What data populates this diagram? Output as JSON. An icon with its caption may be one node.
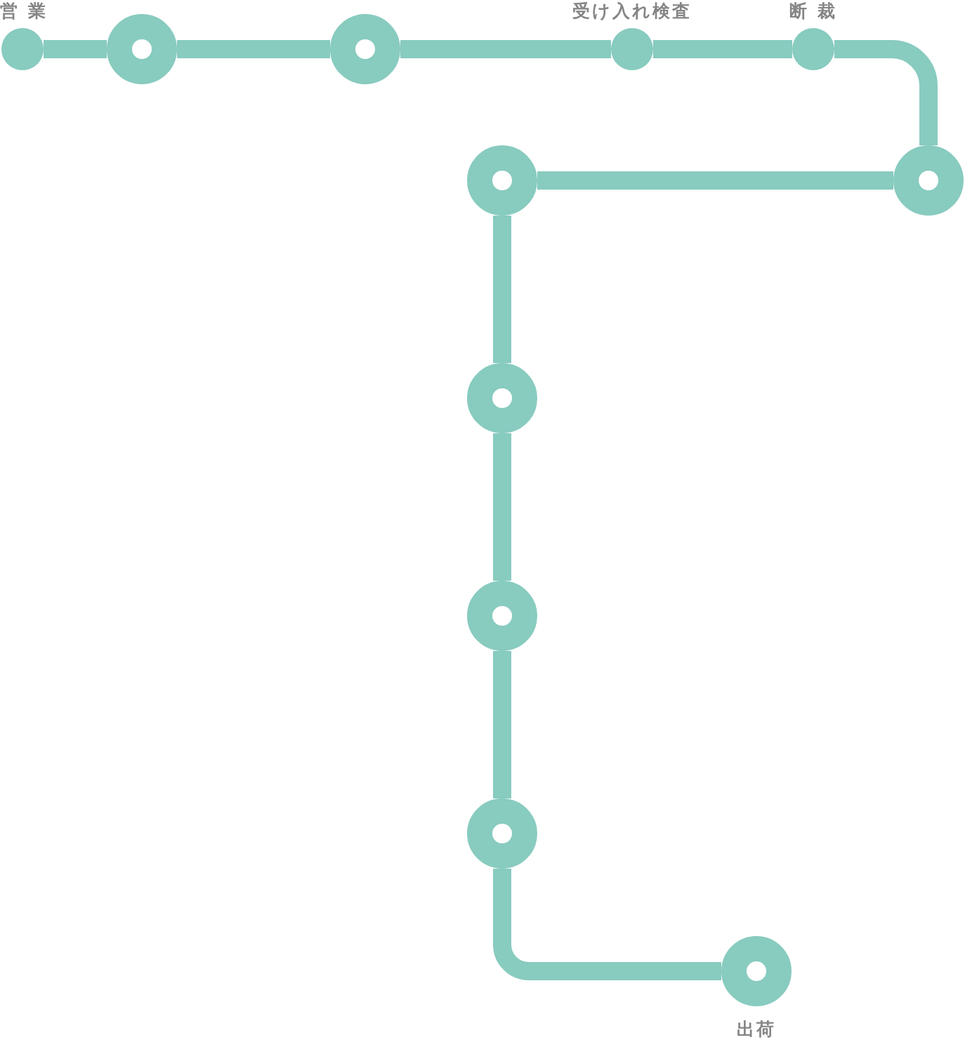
{
  "diagram": {
    "nodes": [
      {
        "text": [
          "営 業"
        ]
      },
      {
        "text": [],
        "shape": "circle"
      },
      {
        "text": [],
        "shape": "circle"
      },
      {
        "text": [
          "受け入れ検査"
        ]
      },
      {
        "text": [
          "断 裁"
        ]
      },
      {
        "text": [],
        "shape": "circle"
      },
      {
        "text": [],
        "shape": "circle"
      },
      {
        "text": [],
        "shape": "circle"
      },
      {
        "text": [],
        "shape": "circle"
      },
      {
        "text": [],
        "shape": "circle"
      },
      {
        "text": [
          "出荷"
        ]
      }
    ],
    "edges": [
      {
        "from": 0,
        "to": 1,
        "arrow": "none"
      },
      {
        "from": 1,
        "to": 2,
        "arrow": "none"
      },
      {
        "from": 2,
        "to": 3,
        "arrow": "none"
      },
      {
        "from": 3,
        "to": 4,
        "arrow": "none"
      },
      {
        "from": 4,
        "to": 5,
        "arrow": "none"
      },
      {
        "from": 5,
        "to": 6,
        "arrow": "none"
      },
      {
        "from": 6,
        "to": 7,
        "arrow": "none"
      },
      {
        "from": 7,
        "to": 8,
        "arrow": "none"
      },
      {
        "from": 8,
        "to": 9,
        "arrow": "none"
      },
      {
        "from": 9,
        "to": 10,
        "arrow": "none"
      }
    ]
  }
}
